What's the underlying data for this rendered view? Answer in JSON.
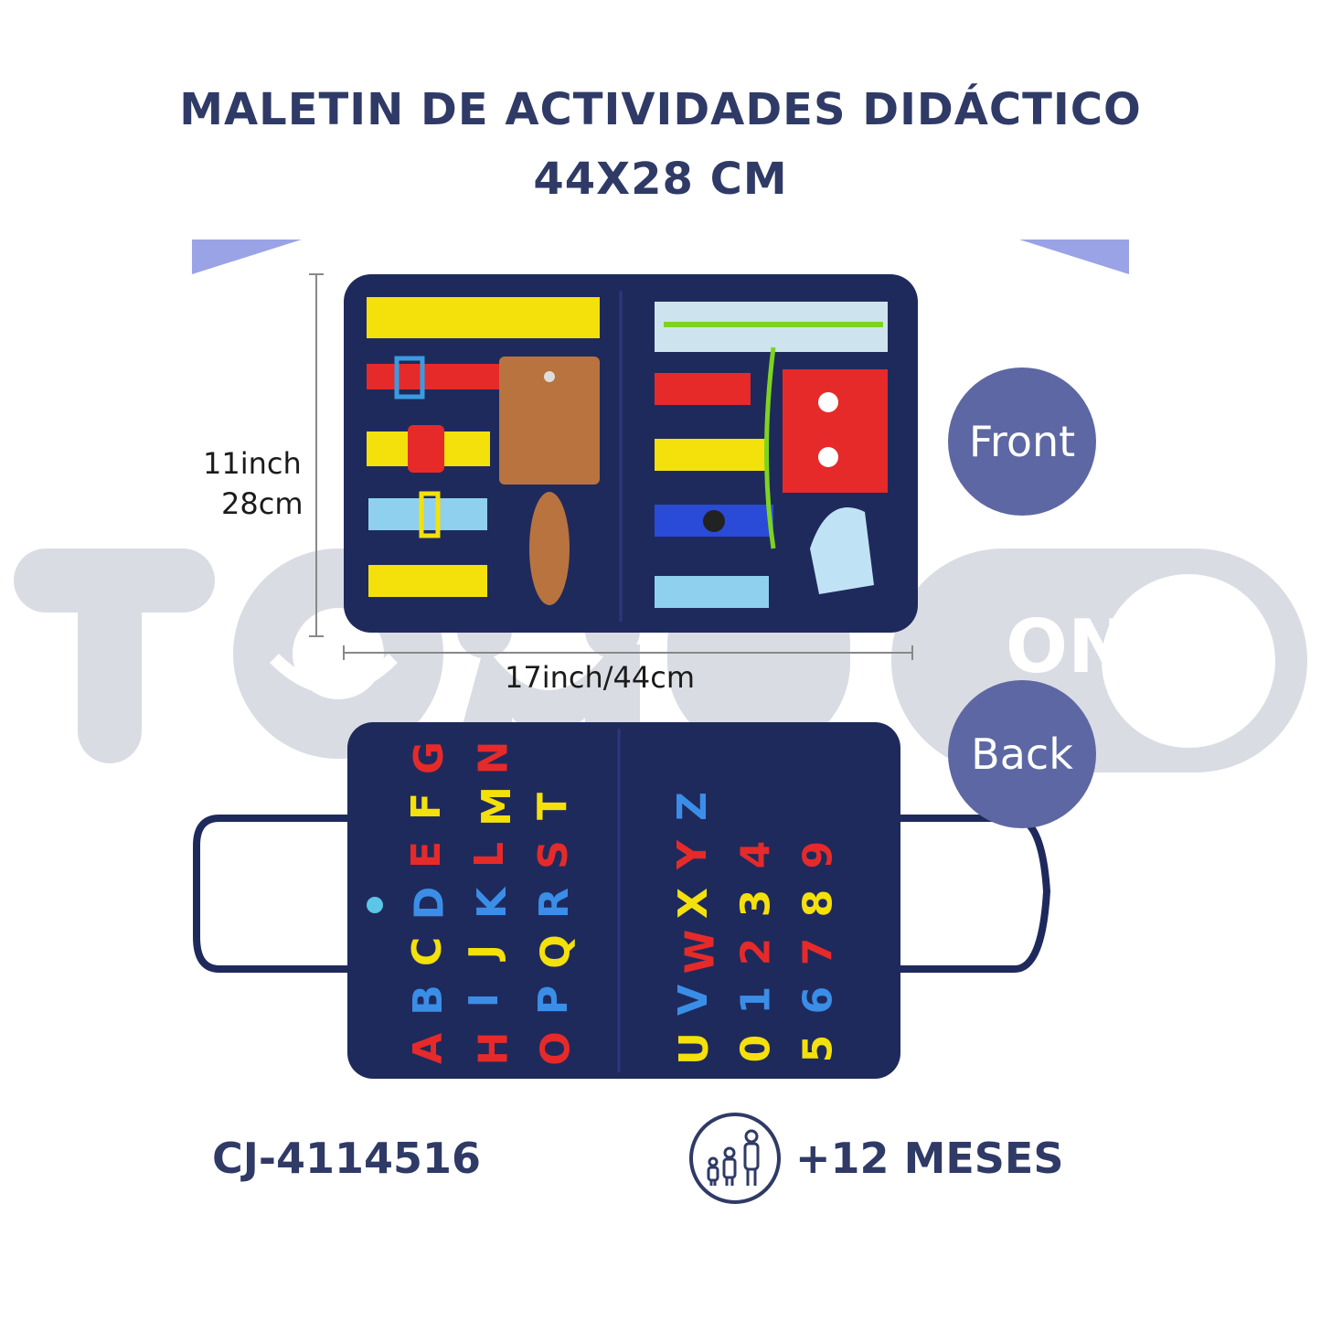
{
  "title": {
    "line1": "MALETIN DE ACTIVIDADES DIDÁCTICO",
    "line2": "44X28 CM"
  },
  "dimensions": {
    "height_inch": "11inch",
    "height_cm": "28cm",
    "width_label": "17inch/44cm"
  },
  "badges": {
    "front": "Front",
    "back": "Back"
  },
  "back_letters": {
    "columns": [
      [
        "A",
        "B",
        "C",
        "D",
        "E",
        "F",
        "G"
      ],
      [
        "H",
        "I",
        "J",
        "K",
        "L",
        "M",
        "N"
      ],
      [
        "O",
        "P",
        "Q",
        "R",
        "S",
        "T"
      ],
      [
        "U",
        "V",
        "W",
        "X",
        "Y",
        "Z"
      ],
      [
        "0",
        "1",
        "2",
        "3",
        "4"
      ],
      [
        "5",
        "6",
        "7",
        "8",
        "9"
      ]
    ]
  },
  "footer": {
    "sku": "CJ-4114516",
    "age": "+12 MESES",
    "age_icon": "family-icon"
  },
  "colors": {
    "navy_text": "#2f3a66",
    "badge": "#5d67a3",
    "felt": "#1f2a5c",
    "banner": "#9aa3e6",
    "watermark": "#d9dbe3"
  }
}
